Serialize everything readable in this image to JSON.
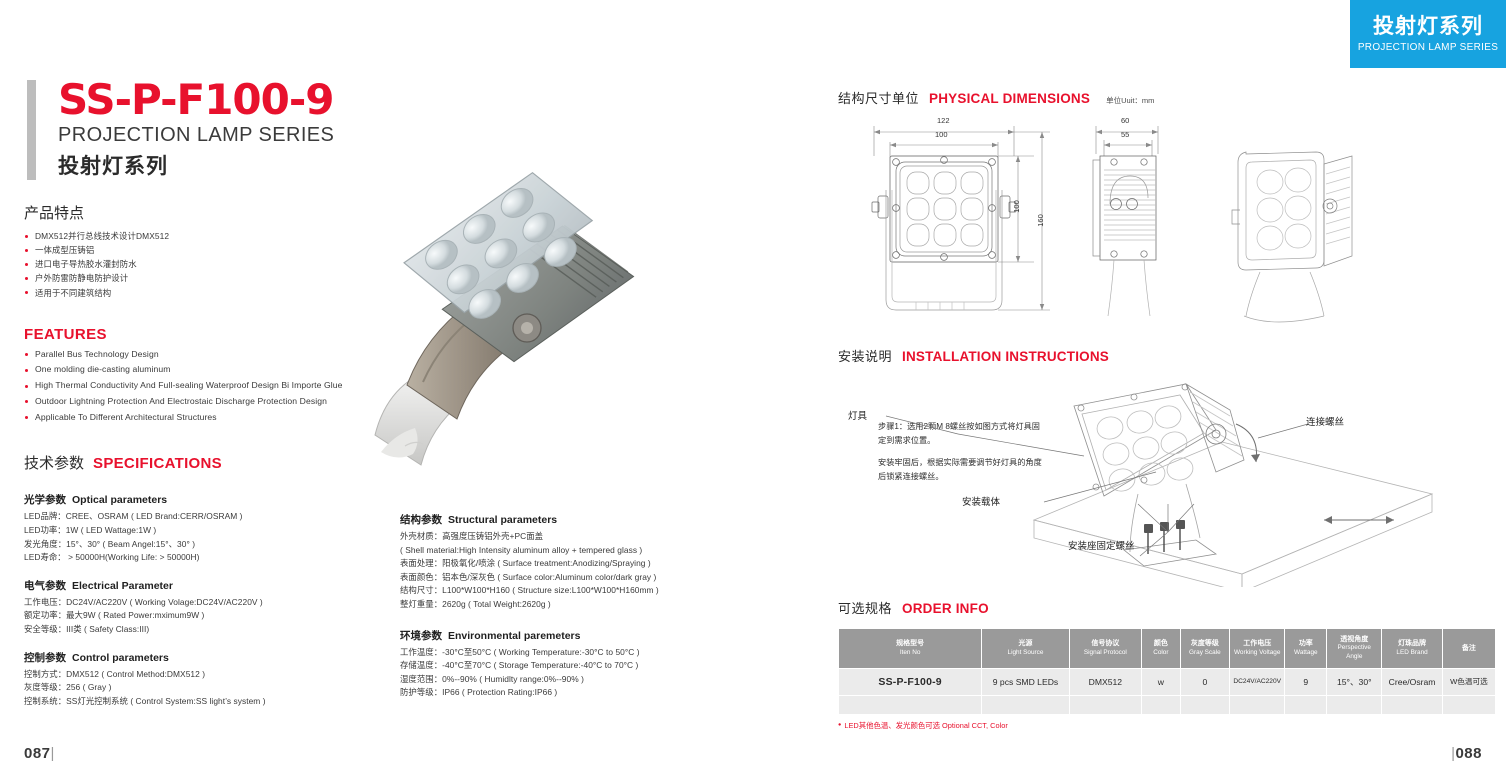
{
  "badge": {
    "cn": "投射灯系列",
    "en": "PROJECTION LAMP SERIES"
  },
  "title": {
    "model": "SS-P-F100-9",
    "series_en": "PROJECTION LAMP SERIES",
    "series_cn": "投射灯系列"
  },
  "features_cn": {
    "heading": "产品特点",
    "items": [
      "DMX512并行总线技术设计DMX512",
      "一体成型压铸铝",
      "进口电子导热胶水灌封防水",
      "户外防雷防静电防护设计",
      "适用于不同建筑结构"
    ]
  },
  "features_en": {
    "heading": "FEATURES",
    "items": [
      "Parallel Bus Technology Design",
      "One molding die-casting aluminum",
      "High Thermal Conductivity And Full-sealing Waterproof Design Bi Importe Glue",
      "Outdoor Lightning Protection And Electrostaic Discharge Protection Design",
      " Applicable To Different Architectural Structures"
    ]
  },
  "specs": {
    "heading_cn": "技术参数",
    "heading_en": "SPECIFICATIONS",
    "groups": [
      {
        "cn": "光学参数",
        "en": "Optical parameters",
        "lines": [
          "LED品牌：CREE、OSRAM ( LED Brand:CERR/OSRAM )",
          "LED功率：1W ( LED Wattage:1W )",
          "发光角度：15°、30° ( Beam Angel:15°、30° )",
          "LED寿命： > 50000H(Working Life: > 50000H)"
        ]
      },
      {
        "cn": "电气参数",
        "en": "Electrical Parameter",
        "lines": [
          "工作电压：DC24V/AC220V ( Working Volage:DC24V/AC220V )",
          "额定功率：最大9W ( Rated Power:mximum9W )",
          "安全等级：III类 ( Safety Class:III)"
        ]
      },
      {
        "cn": "控制参数",
        "en": "Control parameters",
        "lines": [
          "控制方式：DMX512 ( Control Method:DMX512 )",
          "灰度等级：256 ( Gray )",
          "控制系统：SS灯光控制系统 ( Control System:SS light’s system )"
        ]
      }
    ],
    "groups_mid": [
      {
        "cn": "结构参数",
        "en": "Structural parameters",
        "lines": [
          "外壳材质：高强度压铸铝外壳+PC面盖",
          "( Shell material:High Intensity aluminum alloy + tempered glass )",
          "表面处理：阳极氧化/喷涂 ( Surface treatment:Anodizing/Spraying )",
          "表面颜色：铝本色/深灰色 ( Surface color:Aluminum color/dark gray )",
          "结构尺寸：L100*W100*H160 ( Structure size:L100*W100*H160mm )",
          "整灯重量：2620g ( Total Weight:2620g )"
        ]
      },
      {
        "cn": "环境参数",
        "en": "Environmental paremeters",
        "lines": [
          "工作温度：-30°C至50°C ( Working Temperature:-30°C to 50°C )",
          "存储温度：-40°C至70°C ( Storage Temperature:-40°C to 70°C )",
          "湿度范围：0%--90% ( Humidlty range:0%--90% )",
          "防护等级：IP66 ( Protection Rating:IP66 )"
        ]
      }
    ]
  },
  "dimensions": {
    "heading_cn": "结构尺寸单位",
    "heading_en": "PHYSICAL DIMENSIONS",
    "unit": "单位Uuit：mm",
    "labels": {
      "front_outer_width": "122",
      "front_inner_width": "100",
      "front_inner_height": "100",
      "front_total_height": "160",
      "side_outer_width": "60",
      "side_inner_width": "55"
    }
  },
  "installation": {
    "heading_cn": "安装说明",
    "heading_en": "INSTALLATION INSTRUCTIONS",
    "step1": "步骤1：选用2颗M 8螺丝按如图方式将灯具固定到需求位置。",
    "step2": "安装牢固后，根据实际需要调节好灯具的角度后锁紧连接螺丝。",
    "callouts": {
      "lamp": "灯具",
      "connect_screw": "连接螺丝",
      "mount_base": "安装载体",
      "base_screw": "安装座固定螺丝"
    }
  },
  "order": {
    "heading_cn": "可选规格",
    "heading_en": "ORDER INFO",
    "columns": [
      {
        "cn": "规格型号",
        "en": "Iten No"
      },
      {
        "cn": "光源",
        "en": "Light Source"
      },
      {
        "cn": "信号协议",
        "en": "Signal Protocol"
      },
      {
        "cn": "颜色",
        "en": "Color"
      },
      {
        "cn": "灰度等级",
        "en": "Gray Scale"
      },
      {
        "cn": "工作电压",
        "en": "Working Voltage"
      },
      {
        "cn": "功率",
        "en": "Wattage"
      },
      {
        "cn": "透视角度",
        "en": "Perspective Angle"
      },
      {
        "cn": "灯珠品牌",
        "en": "LED Brand"
      },
      {
        "cn": "备注",
        "en": ""
      }
    ],
    "rows": [
      [
        "SS-P-F100-9",
        "9 pcs SMD LEDs",
        "DMX512",
        "w",
        "0",
        "DC24V/AC220V",
        "9",
        "15°、30°",
        "Cree/Osram",
        "W色温可选"
      ]
    ],
    "note": "LED其他色温、发光颜色可选 Optional CCT, Color"
  },
  "footer": {
    "page_left": "087",
    "page_right": "088"
  },
  "colors": {
    "accent_red": "#e8112d",
    "badge_blue": "#17a3e0",
    "table_head": "#9a9a9a",
    "table_cell": "#ebebeb"
  }
}
